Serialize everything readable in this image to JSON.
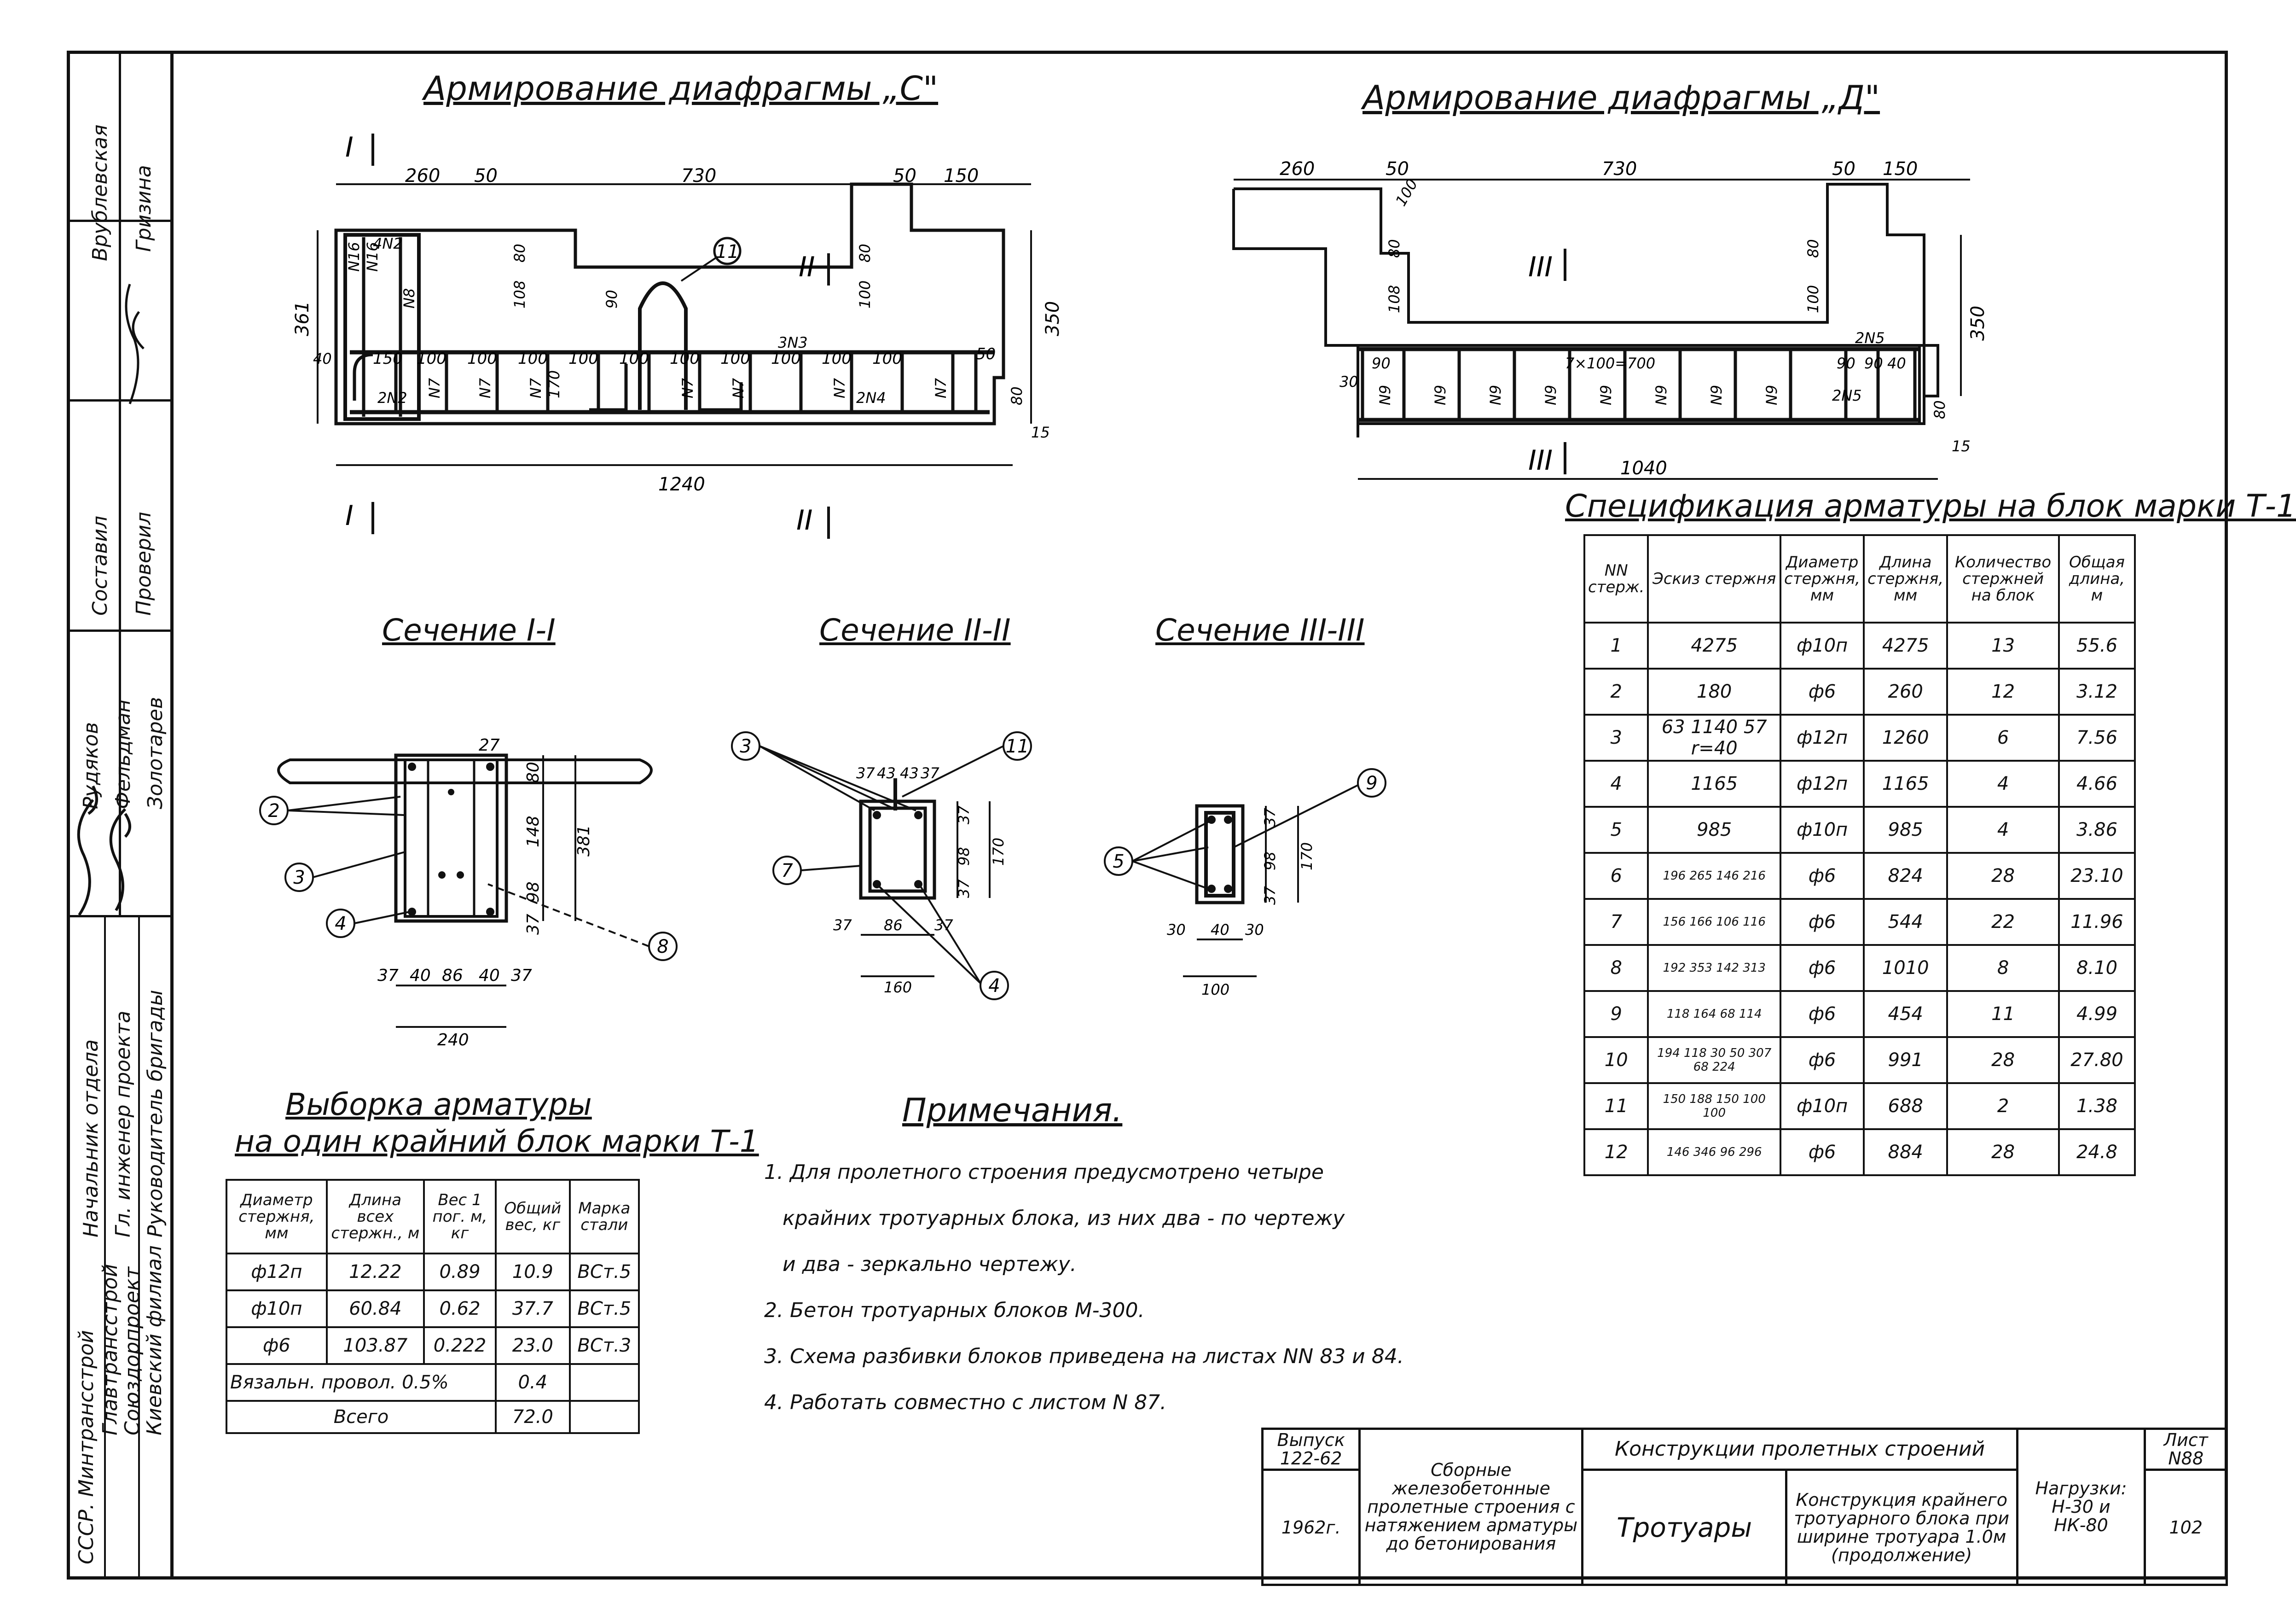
{
  "titles": {
    "diaphragm_c": "Армирование диафрагмы „С\"",
    "diaphragm_d": "Армирование диафрагмы „Д\"",
    "section_1": "Сечение I-I",
    "section_2": "Сечение II-II",
    "section_3": "Сечение III-III",
    "spec": "Спецификация арматуры на блок марки Т-1",
    "selection_line1": "Выборка арматуры",
    "selection_line2": "на один крайний блок марки Т-1",
    "notes": "Примечания."
  },
  "diaphragm_c": {
    "dims_top": [
      "260",
      "50",
      "730",
      "50",
      "150"
    ],
    "dims_bottom": "1240",
    "dims_left": "361",
    "dims_right": "350",
    "bar_spacing": [
      "150",
      "100",
      "100",
      "100",
      "100",
      "100",
      "100",
      "100",
      "100",
      "100",
      "100",
      "50"
    ],
    "labels": [
      "4N2",
      "N16",
      "N16",
      "N8",
      "2N2",
      "N7",
      "N7",
      "N7",
      "N7",
      "N7",
      "N7",
      "N7",
      "2N4",
      "3N3",
      "40",
      "170",
      "108",
      "80",
      "90",
      "100",
      "80",
      "80",
      "15"
    ],
    "callout": "11",
    "cut1": "I",
    "cut2": "II"
  },
  "diaphragm_d": {
    "dims_top": [
      "260",
      "50",
      "730",
      "50",
      "150"
    ],
    "dims_bottom": "1040",
    "dims_right": "350",
    "bar_labels": [
      "90",
      "7×100=700",
      "90",
      "90",
      "40",
      "30"
    ],
    "rebar_marks": [
      "N9",
      "N9",
      "N9",
      "N9",
      "N9",
      "N9",
      "N9",
      "N9",
      "2N5",
      "2N5"
    ],
    "other_dims": [
      "108",
      "80",
      "100",
      "80",
      "80",
      "15",
      "100"
    ],
    "cut": "III"
  },
  "section_1": {
    "callouts": [
      "2",
      "3",
      "4",
      "8"
    ],
    "dims_bottom": [
      "37",
      "40",
      "86",
      "40",
      "37"
    ],
    "dims_total": "240",
    "dims_right": [
      "27",
      "80",
      "148",
      "98",
      "37",
      "381"
    ]
  },
  "section_2": {
    "callouts": [
      "3",
      "7",
      "4",
      "11"
    ],
    "dims_top": [
      "37",
      "43",
      "43",
      "37"
    ],
    "dims_bottom": [
      "37",
      "86",
      "37"
    ],
    "dims_total": "160",
    "dims_right": [
      "37",
      "98",
      "37",
      "170"
    ]
  },
  "section_3": {
    "callouts": [
      "5",
      "9"
    ],
    "dims_bottom": [
      "30",
      "40",
      "30"
    ],
    "dims_total": "100",
    "dims_right": [
      "37",
      "98",
      "37",
      "170"
    ]
  },
  "spec_table": {
    "headers": [
      "NN стерж.",
      "Эскиз стержня",
      "Диаметр стержня, мм",
      "Длина стержня, мм",
      "Количество стержней на блок",
      "Общая длина, м"
    ],
    "rows": [
      {
        "n": "1",
        "sketch": "4275",
        "d": "ф10п",
        "len": "4275",
        "qty": "13",
        "total": "55.6"
      },
      {
        "n": "2",
        "sketch": "180",
        "d": "ф6",
        "len": "260",
        "qty": "12",
        "total": "3.12"
      },
      {
        "n": "3",
        "sketch": "63 1140 57 r=40",
        "d": "ф12п",
        "len": "1260",
        "qty": "6",
        "total": "7.56"
      },
      {
        "n": "4",
        "sketch": "1165",
        "d": "ф12п",
        "len": "1165",
        "qty": "4",
        "total": "4.66"
      },
      {
        "n": "5",
        "sketch": "985",
        "d": "ф10п",
        "len": "985",
        "qty": "4",
        "total": "3.86"
      },
      {
        "n": "6",
        "sketch": "196 265 146 216",
        "d": "ф6",
        "len": "824",
        "qty": "28",
        "total": "23.10"
      },
      {
        "n": "7",
        "sketch": "156 166 106 116",
        "d": "ф6",
        "len": "544",
        "qty": "22",
        "total": "11.96"
      },
      {
        "n": "8",
        "sketch": "192 353 142 313",
        "d": "ф6",
        "len": "1010",
        "qty": "8",
        "total": "8.10"
      },
      {
        "n": "9",
        "sketch": "118 164 68 114",
        "d": "ф6",
        "len": "454",
        "qty": "11",
        "total": "4.99"
      },
      {
        "n": "10",
        "sketch": "194 118 30 50 307 68 224",
        "d": "ф6",
        "len": "991",
        "qty": "28",
        "total": "27.80"
      },
      {
        "n": "11",
        "sketch": "150 188 150 100 100",
        "d": "ф10п",
        "len": "688",
        "qty": "2",
        "total": "1.38"
      },
      {
        "n": "12",
        "sketch": "146 346 96 296",
        "d": "ф6",
        "len": "884",
        "qty": "28",
        "total": "24.8"
      }
    ]
  },
  "selection_table": {
    "headers": [
      "Диаметр стержня, мм",
      "Длина всех стержн., м",
      "Вес 1 пог. м, кг",
      "Общий вес, кг",
      "Марка стали"
    ],
    "rows": [
      {
        "d": "ф12п",
        "len": "12.22",
        "w": "0.89",
        "total": "10.9",
        "steel": "ВСт.5"
      },
      {
        "d": "ф10п",
        "len": "60.84",
        "w": "0.62",
        "total": "37.7",
        "steel": "ВСт.5"
      },
      {
        "d": "ф6",
        "len": "103.87",
        "w": "0.222",
        "total": "23.0",
        "steel": "ВСт.3"
      }
    ],
    "tie_label": "Вязальн. провол. 0.5%",
    "tie_value": "0.4",
    "total_label": "Всего",
    "total_value": "72.0"
  },
  "notes": [
    "1. Для пролетного строения предусмотрено четыре",
    "крайних тротуарных блока, из них два - по чертежу",
    "и два - зеркально чертежу.",
    "2. Бетон тротуарных блоков М-300.",
    "3. Схема разбивки блоков приведена на листах NN 83 и 84.",
    "4. Работать совместно с листом N 87."
  ],
  "title_block": {
    "issue": "Выпуск 122-62",
    "year": "1962г.",
    "series": "Сборные железобетонные пролетные строения с натяжением арматуры до бетонирования",
    "section": "Конструкции пролетных строений",
    "subject": "Тротуары",
    "description": "Конструкция крайнего тротуарного блока при ширине тротуара 1.0м (продолжение)",
    "loads_label": "Нагрузки:",
    "loads": "Н-30 и НК-80",
    "sheet_label": "Лист",
    "sheet": "N88",
    "page": "102"
  },
  "stamp": {
    "org": [
      "СССР. Минтрансстрой",
      "Главтрансстрой",
      "Союздорпроект",
      "Киевский филиал"
    ],
    "roles": [
      "Начальник отдела",
      "Гл. инженер проекта",
      "Руководитель бригады",
      "Составил",
      "Проверил"
    ],
    "names": [
      "Рудяков",
      "Фельдман",
      "Золотарев",
      "Врублевская",
      "Гризина"
    ]
  }
}
